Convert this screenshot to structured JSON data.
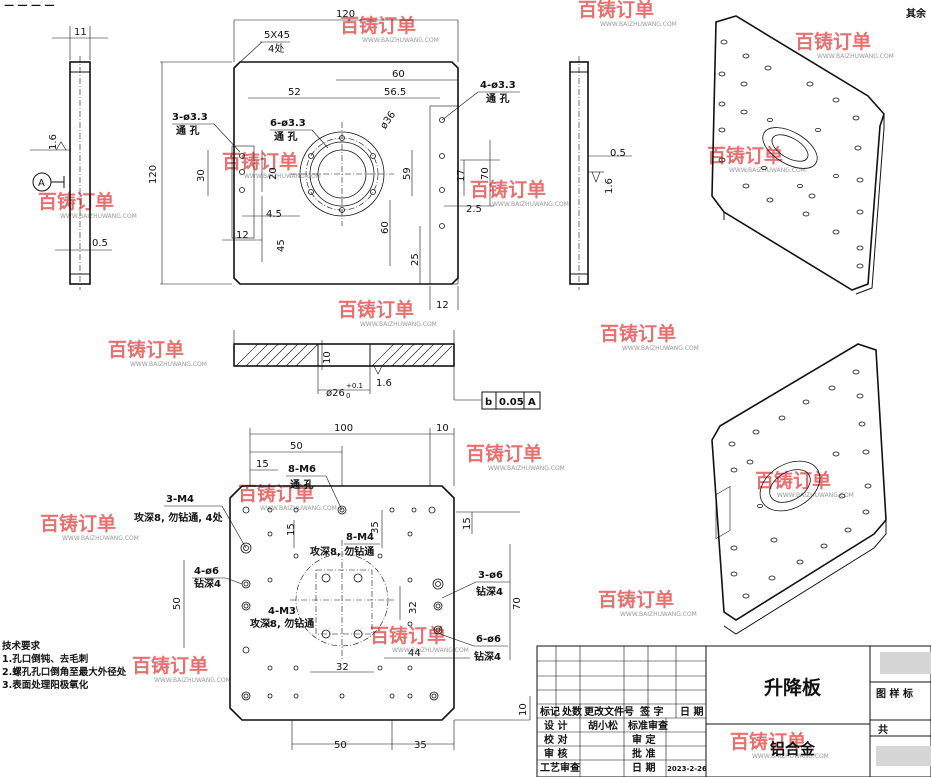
{
  "header": {
    "top_right_note": "其余",
    "top_left_fragment": "— — — —"
  },
  "watermark": {
    "brand": "百铸订单",
    "url": "WWW.BAIZHUWANG.COM",
    "color": "#e05a5a"
  },
  "side_view_left": {
    "dim_width": "11",
    "roughness": "1.6",
    "datum": "A",
    "dim_thickness": "0.5"
  },
  "side_view_right": {
    "dim_flat": "0.5",
    "roughness": "1.6"
  },
  "top_view": {
    "dim_overall_width": "120",
    "dim_overall_height": "120",
    "chamfer": "5X45",
    "chamfer_qty": "4处",
    "dim_60": "60",
    "dim_52": "52",
    "dim_56_5": "56.5",
    "holes_left": "3-ø3.3",
    "holes_left_thru": "通 孔",
    "holes_center": "6-ø3.3",
    "holes_center_thru": "通 孔",
    "holes_right": "4-ø3.3",
    "holes_right_thru": "通 孔",
    "dia_36": "ø36",
    "dim_30": "30",
    "dim_20": "20",
    "dim_4_5": "4.5",
    "dim_12a": "12",
    "dim_45": "45",
    "dim_59": "59",
    "dim_17": "17",
    "dim_70": "70",
    "dim_2_5": "2.5",
    "dim_60b": "60",
    "dim_25": "25",
    "dim_12b": "12"
  },
  "section_view": {
    "dim_10": "10",
    "bore": "ø26",
    "bore_tol_upper": "+0.1",
    "bore_tol_lower": "0",
    "roughness": "1.6",
    "gdt_symbol": "b",
    "gdt_value": "0.05",
    "gdt_datum": "A"
  },
  "bottom_view": {
    "dim_100": "100",
    "dim_10_top": "10",
    "dim_50_top": "50",
    "dim_15a": "15",
    "m6": "8-M6",
    "m6_thru": "通 孔",
    "m4_a": "3-M4",
    "m4_a_note": "攻深8, 勿钻通, 4处",
    "m4_b": "8-M4",
    "m4_b_note": "攻深8, 勿钻通",
    "dim_15b": "15",
    "dim_35": "35",
    "dim_15c": "15",
    "phi6_a": "4-ø6",
    "phi6_a_note": "钻深4",
    "phi6_b": "3-ø6",
    "phi6_b_note": "钻深4",
    "m3": "4-M3",
    "m3_note": "攻深8, 勿钻通",
    "dim_50_left": "50",
    "dim_32a": "32",
    "dim_70": "70",
    "phi6_c": "6-ø6",
    "phi6_c_note": "钻深4",
    "dim_44": "44",
    "dim_32b": "32",
    "dim_10_right": "10",
    "dim_50_bot": "50",
    "dim_35_bot": "35"
  },
  "tech_requirements": {
    "title": "技术要求",
    "items": [
      "1.孔口倒钝、去毛刺",
      "2.螺孔孔口倒角至最大外径处",
      "3.表面处理阳极氧化"
    ]
  },
  "title_block": {
    "part_name": "升降板",
    "material": "铝合金",
    "drawing_no_label": "图 样 标",
    "total_label": "共",
    "rows": [
      [
        "标记",
        "处数",
        "更改文件号",
        "签 字",
        "日 期"
      ],
      [
        "设 计",
        "胡小松",
        "标准审查",
        "",
        ""
      ],
      [
        "校 对",
        "",
        "审 定",
        "",
        ""
      ],
      [
        "审 核",
        "",
        "批 准",
        "",
        ""
      ],
      [
        "工艺审查",
        "",
        "日 期",
        "2023-2-26",
        ""
      ]
    ]
  }
}
